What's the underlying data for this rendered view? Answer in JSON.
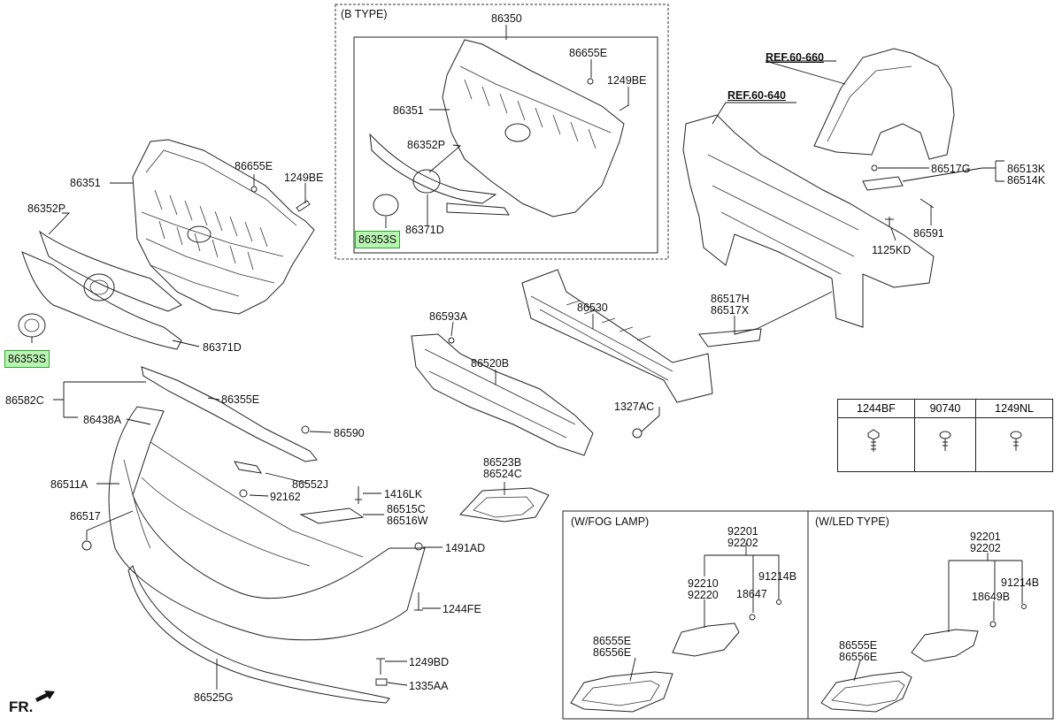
{
  "sections": {
    "b_type": "(B TYPE)",
    "fog_lamp": "(W/FOG LAMP)",
    "led_type": "(W/LED TYPE)"
  },
  "refs": {
    "ref_660": "REF.60-660",
    "ref_640": "REF.60-640"
  },
  "direction": "FR.",
  "fastener_table": {
    "headers": [
      "1244BF",
      "90740",
      "1249NL"
    ]
  },
  "labels": {
    "main_86351": "86351",
    "main_86655E": "86655E",
    "main_1249BE": "1249BE",
    "main_86352P": "86352P",
    "main_86353S": "86353S",
    "main_86371D": "86371D",
    "main_86582C": "86582C",
    "main_86355E": "86355E",
    "main_86438A": "86438A",
    "main_86590": "86590",
    "main_86511A": "86511A",
    "main_86552J": "86552J",
    "main_92162": "92162",
    "main_86517": "86517",
    "main_1416LK": "1416LK",
    "main_86515C": "86515C",
    "main_86516W": "86516W",
    "main_1491AD": "1491AD",
    "main_1244FE": "1244FE",
    "main_1249BD": "1249BD",
    "main_1335AA": "1335AA",
    "main_86525G": "86525G",
    "main_86593A": "86593A",
    "main_86530": "86530",
    "main_86520B": "86520B",
    "main_1327AC": "1327AC",
    "main_86523B": "86523B",
    "main_86524C": "86524C",
    "main_86517H": "86517H",
    "main_86517X": "86517X",
    "main_86517G": "86517G",
    "main_86513K": "86513K",
    "main_86514K": "86514K",
    "main_86591": "86591",
    "main_1125KD": "1125KD",
    "b_86350": "86350",
    "b_86655E": "86655E",
    "b_1249BE": "1249BE",
    "b_86351": "86351",
    "b_86352P": "86352P",
    "b_86371D": "86371D",
    "b_86353S": "86353S",
    "fog_92201": "92201",
    "fog_92202": "92202",
    "fog_91214B": "91214B",
    "fog_92210": "92210",
    "fog_92220": "92220",
    "fog_18647": "18647",
    "fog_86555E": "86555E",
    "fog_86556E": "86556E",
    "led_92201": "92201",
    "led_92202": "92202",
    "led_91214B": "91214B",
    "led_18649B": "18649B",
    "led_86555E": "86555E",
    "led_86556E": "86556E"
  }
}
